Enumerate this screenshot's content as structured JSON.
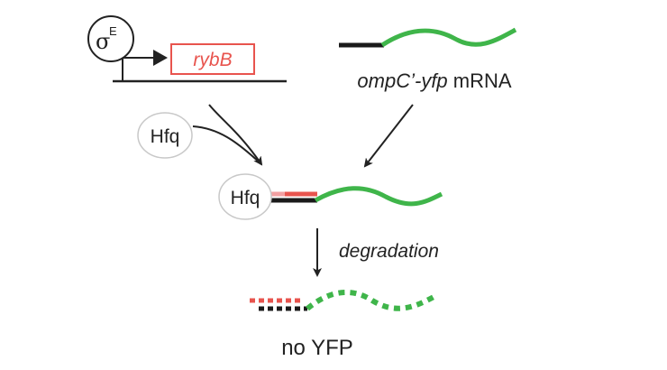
{
  "colors": {
    "rna_red": "#e8544e",
    "rna_pink": "#f2a0a2",
    "mrna_green": "#3fb54a",
    "mrna_black": "#1a1a1a",
    "ink": "#222222"
  },
  "promoter": {
    "sigma_symbol": "σ",
    "sigma_superscript": "E",
    "gene_name": "rybB"
  },
  "mrna": {
    "name_italic": "ompC’-yfp",
    "name_suffix": " mRNA"
  },
  "hfq": {
    "free_label": "Hfq",
    "complex_label": "Hfq"
  },
  "degradation": {
    "label": "degradation"
  },
  "result": {
    "label": "no YFP"
  },
  "icons": [
    "promoter-arrow-icon",
    "reaction-arrow-icon"
  ]
}
